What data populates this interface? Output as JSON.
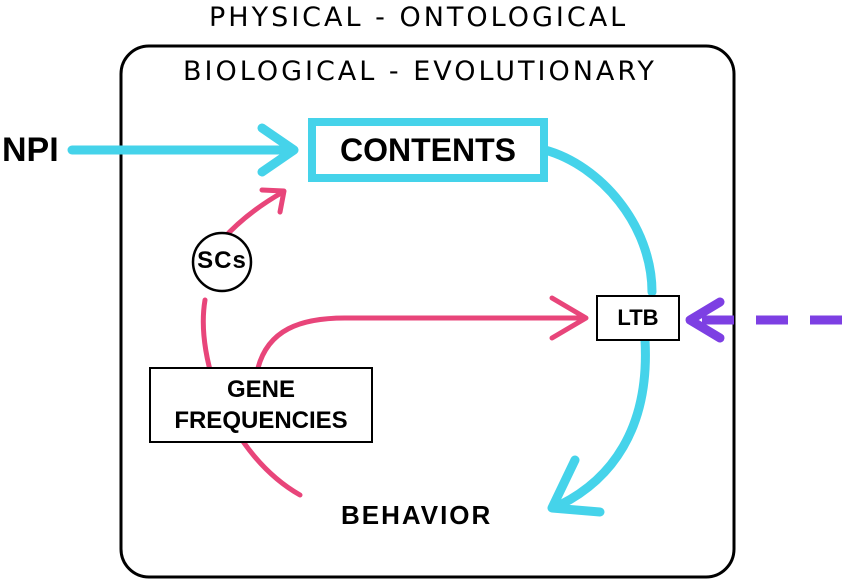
{
  "outer_title": "PHYSICAL - ONTOLOGICAL",
  "inner_title": "BIOLOGICAL - EVOLUTIONARY",
  "npi_label": "NPI",
  "contents_label": "CONTENTS",
  "scs_label": "SCs",
  "ltb_label": "LTB",
  "gene_frequencies_line1": "GENE",
  "gene_frequencies_line2": "FREQUENCIES",
  "behavior_label": "BEHAVIOR",
  "colors": {
    "cyan": "#45d3ea",
    "pink": "#e8457a",
    "purple": "#7d3fe3",
    "black": "#000000"
  }
}
